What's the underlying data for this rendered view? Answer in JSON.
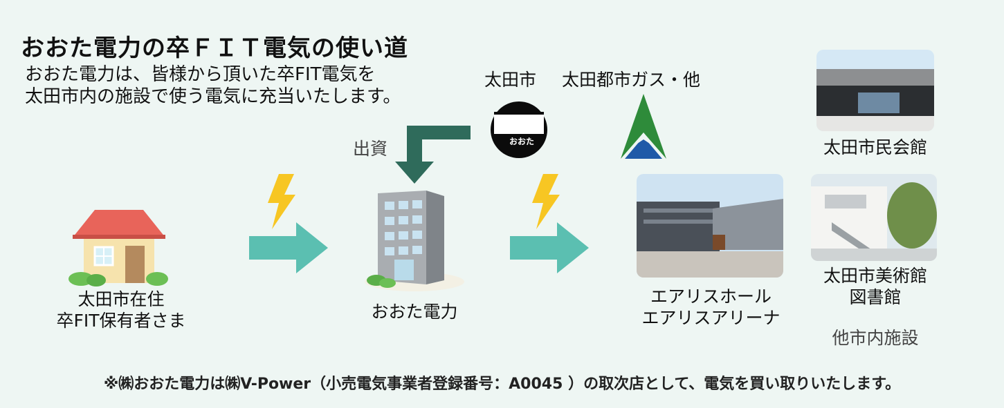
{
  "title": "おおた電力の卒ＦＩＴ電気の使い道",
  "description": {
    "line1": "おおた電力は、皆様から頂いた卒FIT電気を",
    "line2": "太田市内の施設で使う電気に充当いたします。"
  },
  "investors": {
    "ota_city": "太田市",
    "ota_gas": "太田都市ガス・他",
    "logo_text": "おおた",
    "investment_label": "出資"
  },
  "nodes": {
    "residents": {
      "line1": "太田市在住",
      "line2": "卒FIT保有者さま"
    },
    "ota_power": {
      "label": "おおた電力"
    },
    "aris": {
      "line1": "エアリスホール",
      "line2": "エアリスアリーナ"
    },
    "civic_hall": {
      "label": "太田市民会館"
    },
    "museum": {
      "line1": "太田市美術館",
      "line2": "図書館"
    },
    "others": {
      "label": "他市内施設"
    }
  },
  "footnote": "※㈱おおた電力は㈱V-Power（小売電気事業者登録番号：A0045 ）の取次店として、電気を買い取りいたします。",
  "colors": {
    "background": "#eef6f3",
    "flow_arrow": "#5bbfb1",
    "invest_arrow": "#2f6b5b",
    "lightning": "#f7c623",
    "roof": "#e8645a",
    "gas_logo_green": "#2e8b3a",
    "gas_logo_blue": "#1f5aa8"
  },
  "icons": [
    "house-icon",
    "building-icon",
    "lightning-icon",
    "arrow-right-icon",
    "arrow-down-icon",
    "ota-logo-icon",
    "gas-logo-icon"
  ]
}
